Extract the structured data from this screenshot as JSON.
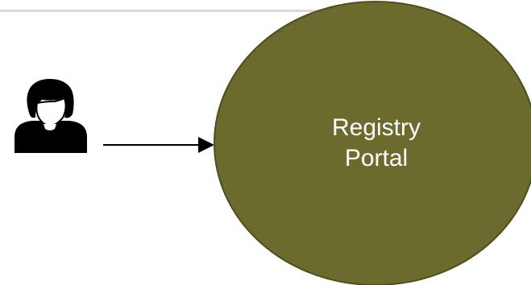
{
  "diagram": {
    "actor": {
      "icon": "person-user-icon",
      "color": "#000000"
    },
    "node": {
      "label_line1": "Registry",
      "label_line2": "Portal",
      "fill": "#6b6b2e",
      "stroke": "#4e4e1e"
    },
    "connector": {
      "color": "#000000",
      "direction": "actor-to-node"
    },
    "divider_color": "#d9d9d9"
  }
}
